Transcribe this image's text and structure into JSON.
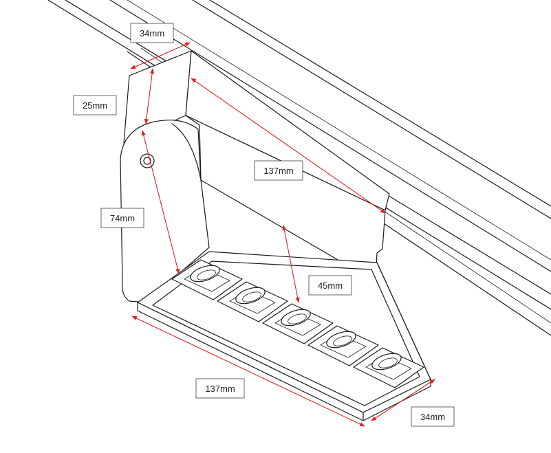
{
  "dimensions": {
    "top_width": "34mm",
    "head_height": "25mm",
    "body_length": "137mm",
    "arm_length": "74mm",
    "body_depth": "45mm",
    "bottom_length": "137mm",
    "bottom_width": "34mm"
  },
  "colors": {
    "dimension_line": "#e02020",
    "outline": "#1a1a1a",
    "background": "#ffffff"
  }
}
